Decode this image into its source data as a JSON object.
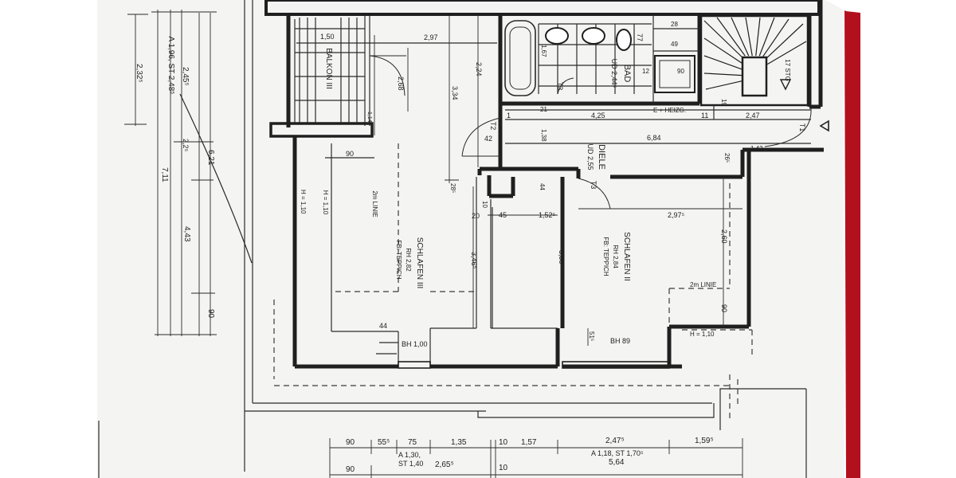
{
  "colors": {
    "paper": "#f4f5f3",
    "ink": "#1e1e1e",
    "binder": "#b3101e",
    "background": "#ffffff"
  },
  "rooms": {
    "balkon": "BALKON III",
    "bad_name": "BAD",
    "bad_height": "UD 2,44⁵",
    "diele_name": "DIELE",
    "diele_height": "UD 2,55",
    "schlafen3_name": "SCHLAFEN III",
    "schlafen3_height": "RH 2,82",
    "schlafen3_floor": "FB: TEPPICH",
    "schlafen2_name": "SCHLAFEN II",
    "schlafen2_height": "RH 2,84",
    "schlafen2_floor": "FB: TEPPICH"
  },
  "notes": {
    "heizg": "E + HEIZG.",
    "stg": "17 STG",
    "line_left": "2m LINIE",
    "line_right": "2m LINIE",
    "h110_left": "H = 1,10",
    "h110_right": "H = 1,10",
    "bh_left": "BH 1,00",
    "bh_right": "BH 89",
    "left_spec": "A 1,96, ST 2,48⁵"
  },
  "doors": {
    "t1": "T1",
    "t2": "T2",
    "t3a": "T3",
    "t3b": "T3"
  },
  "dims_top": [
    "1,50",
    "2,97",
    "2,68",
    "2,24",
    "3,34",
    "1,67",
    "12",
    "90",
    "28",
    "49",
    "77",
    "19",
    "1,14"
  ],
  "dims_mid": [
    "4,25",
    "11",
    "2,47",
    "1",
    "6,84",
    "42",
    "1,38",
    "21",
    "1,42",
    "26⁵",
    "90"
  ],
  "dims_rooms": [
    "28⁵",
    "10",
    "44",
    "20",
    "45",
    "1,52⁵",
    "2,97⁵",
    "2,60",
    "3,46⁵",
    "3,50",
    "90",
    "44",
    "51⁵"
  ],
  "dims_left": [
    "2,32⁵",
    "2,45⁵",
    "2,2⁵",
    "6,21",
    "7,11",
    "4,43",
    "90",
    "H = 1,10"
  ],
  "dims_bottom": {
    "row1": [
      "90",
      "55⁵",
      "75",
      "1,35",
      "10",
      "1,57",
      "2,47⁵",
      "1,59⁵"
    ],
    "spec1": "A 1,30,",
    "spec2": "ST 1,40",
    "spec3": "A 1,18, ST 1,70⁵",
    "row2": [
      "90",
      "2,65⁵",
      "10",
      "5,64"
    ]
  }
}
